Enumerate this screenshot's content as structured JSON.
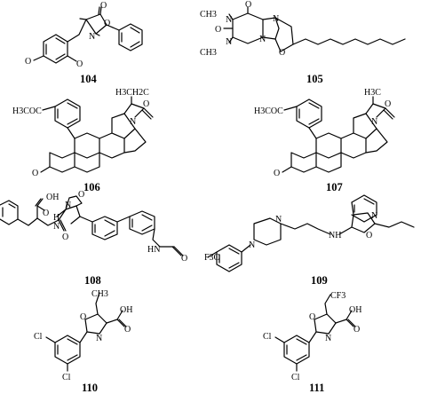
{
  "compounds": [
    {
      "id": "104",
      "atoms": {
        "o1": "O",
        "o2": "O",
        "n": "N",
        "o_ring": "O",
        "o_carbonyl": "O"
      }
    },
    {
      "id": "105",
      "atoms": {
        "ch3_top": "CH3",
        "ch3_bot": "CH3",
        "n1": "N",
        "n3": "N",
        "n7": "N",
        "n9": "N",
        "o_top": "O",
        "o_left": "O",
        "o_ring": "O"
      }
    },
    {
      "id": "106",
      "atoms": {
        "acetyl": "H3COC",
        "ethyl": "H3CH2C",
        "o_ring": "O",
        "n": "N",
        "o_keto": "O"
      }
    },
    {
      "id": "107",
      "atoms": {
        "acetyl": "H3COC",
        "methyl": "H3C",
        "o_ring": "O",
        "n": "N",
        "o_keto": "O"
      }
    },
    {
      "id": "108",
      "atoms": {
        "oh": "OH",
        "o_acid": "O",
        "nh_amide": "H",
        "n_amide": "N",
        "o_ox": "O",
        "n_ox": "N",
        "o_amide": "O",
        "hn": "HN",
        "o_acetyl": "O"
      }
    },
    {
      "id": "109",
      "atoms": {
        "cf3": "F3C",
        "n1": "N",
        "n2": "N",
        "nh": "NH",
        "n_ox": "N",
        "o_ox": "O"
      }
    },
    {
      "id": "110",
      "atoms": {
        "ch3": "CH3",
        "oh": "OH",
        "o_acid": "O",
        "o_ox": "O",
        "n_ox": "N",
        "cl1": "Cl",
        "cl2": "Cl"
      }
    },
    {
      "id": "111",
      "atoms": {
        "cf3": "CF3",
        "oh": "OH",
        "o_acid": "O",
        "o_ox": "O",
        "n_ox": "N",
        "cl1": "Cl",
        "cl2": "Cl"
      }
    }
  ]
}
